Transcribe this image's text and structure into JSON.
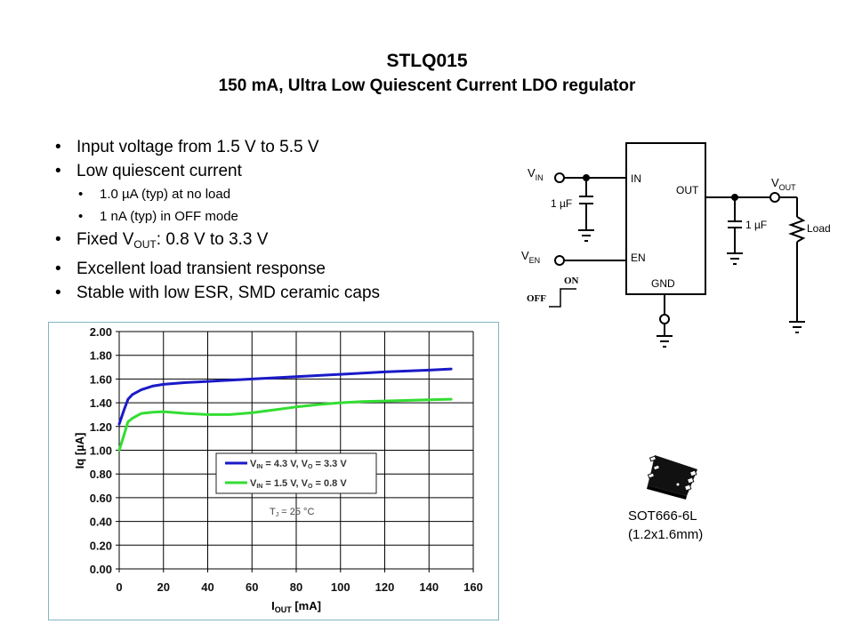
{
  "slide": {
    "title": "STLQ015",
    "subtitle": "150 mA, Ultra Low Quiescent Current LDO regulator"
  },
  "bullets": [
    {
      "level": 1,
      "text": "Input voltage from 1.5 V to 5.5 V"
    },
    {
      "level": 1,
      "text": "Low quiescent current"
    },
    {
      "level": 2,
      "text": "1.0 µA (typ) at no load"
    },
    {
      "level": 2,
      "text": "1 nA (typ) in OFF mode"
    },
    {
      "level": 1,
      "text_pre": "Fixed V",
      "text_sub": "OUT",
      "text_post": ":  0.8 V to 3.3 V"
    },
    {
      "level": 1,
      "text": "Excellent load transient response"
    },
    {
      "level": 1,
      "text": "Stable with low ESR, SMD ceramic caps"
    }
  ],
  "schematic": {
    "vin_label": "V",
    "vin_sub": "IN",
    "ven_label": "V",
    "ven_sub": "EN",
    "vout_label": "V",
    "vout_sub": "OUT",
    "pin_in": "IN",
    "pin_out": "OUT",
    "pin_en": "EN",
    "pin_gnd": "GND",
    "cap_in": "1 µF",
    "cap_out": "1 µF",
    "load": "Load",
    "on": "ON",
    "off": "OFF"
  },
  "package": {
    "name": "SOT666-6L",
    "size": "(1.2x1.6mm)"
  },
  "chart_data": {
    "type": "line",
    "title": "",
    "xlabel": "I_OUT [mA]",
    "xlabel_main": "I",
    "xlabel_sub": "OUT",
    "xlabel_unit": " [mA]",
    "ylabel": "Iq [µA]",
    "xlim": [
      0,
      160
    ],
    "ylim": [
      0,
      2.0
    ],
    "xticks": [
      "0",
      "20",
      "40",
      "60",
      "80",
      "100",
      "120",
      "140",
      "160"
    ],
    "yticks": [
      "0.00",
      "0.20",
      "0.40",
      "0.60",
      "0.80",
      "1.00",
      "1.20",
      "1.40",
      "1.60",
      "1.80",
      "2.00"
    ],
    "grid": true,
    "legend_position": "center",
    "annotation": {
      "pre": "T",
      "sub": "J",
      "post": " = 25 °C"
    },
    "series": [
      {
        "name": "V_IN = 4.3 V, V_O = 3.3 V",
        "legend": {
          "a": "V",
          "a_sub": "IN",
          "b": " = 4.3 V, V",
          "b_sub": "O",
          "c": " = 3.3 V"
        },
        "color": "#1a1ac8",
        "x": [
          0,
          2,
          4,
          6,
          10,
          15,
          20,
          30,
          40,
          50,
          60,
          80,
          100,
          120,
          140,
          150
        ],
        "y": [
          1.22,
          1.33,
          1.43,
          1.47,
          1.51,
          1.54,
          1.555,
          1.57,
          1.58,
          1.59,
          1.6,
          1.62,
          1.64,
          1.66,
          1.675,
          1.685
        ]
      },
      {
        "name": "V_IN = 1.5 V, V_O = 0.8 V",
        "legend": {
          "a": "V",
          "a_sub": "IN",
          "b": " = 1.5 V, V",
          "b_sub": "O",
          "c": " = 0.8 V"
        },
        "color": "#33dd33",
        "x": [
          0,
          2,
          4,
          6,
          10,
          15,
          20,
          30,
          40,
          50,
          60,
          70,
          80,
          90,
          100,
          110,
          120,
          140,
          150
        ],
        "y": [
          1.0,
          1.12,
          1.24,
          1.27,
          1.31,
          1.32,
          1.325,
          1.31,
          1.3,
          1.3,
          1.315,
          1.34,
          1.365,
          1.385,
          1.4,
          1.41,
          1.415,
          1.425,
          1.43
        ]
      }
    ]
  }
}
